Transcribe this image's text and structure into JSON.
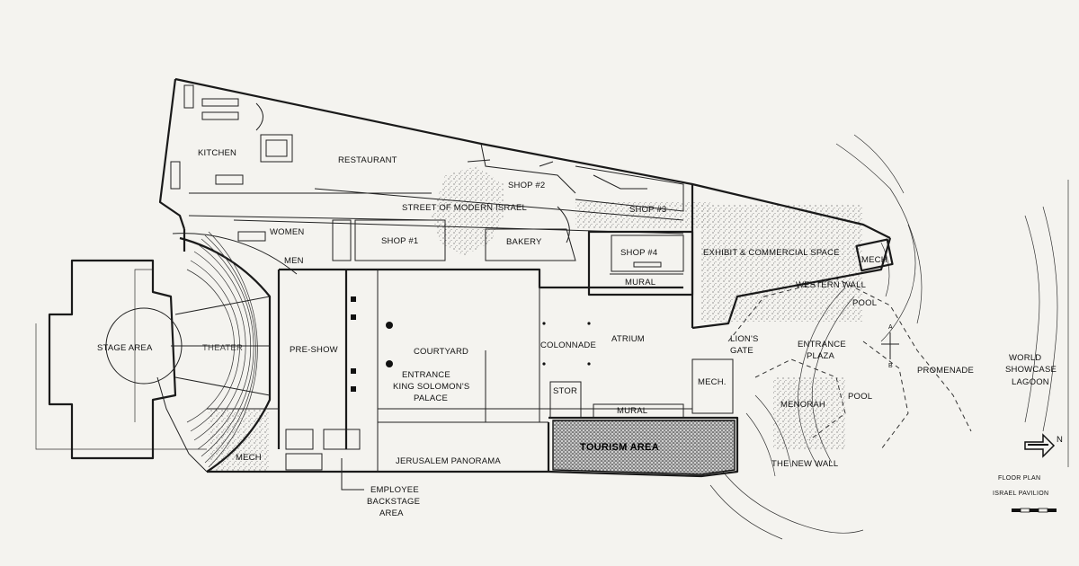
{
  "rooms": {
    "kitchen": "KITCHEN",
    "restaurant": "RESTAURANT",
    "street": "STREET OF MODERN ISRAEL",
    "shop1": "SHOP #1",
    "shop2": "SHOP #2",
    "shop3": "SHOP #3",
    "shop4": "SHOP #4",
    "bakery": "BAKERY",
    "women": "WOMEN",
    "men": "MEN",
    "exhibit": "EXHIBIT & COMMERCIAL SPACE",
    "mech_ne": "MECH",
    "mural_top": "MURAL",
    "western_wall": "WESTERN WALL",
    "pool1": "POOL",
    "stage": "STAGE AREA",
    "theater": "THEATER",
    "preshow": "PRE-SHOW",
    "courtyard": "COURTYARD",
    "entrance_1": "ENTRANCE",
    "entrance_2": "KING SOLOMON'S",
    "entrance_3": "PALACE",
    "colonnade": "COLONNADE",
    "atrium": "ATRIUM",
    "lions_gate_1": "LION'S",
    "lions_gate_2": "GATE",
    "entrance_plaza_1": "ENTRANCE",
    "entrance_plaza_2": "PLAZA",
    "promenade": "PROMENADE",
    "lagoon_1": "WORLD",
    "lagoon_2": "SHOWCASE",
    "lagoon_3": "LAGOON",
    "stor": "STOR",
    "mech_mid": "MECH.",
    "mural_bottom": "MURAL",
    "menorah": "MENORAH",
    "pool2": "POOL",
    "tourism": "TOURISM AREA",
    "jerusalem": "JERUSALEM PANORAMA",
    "mech_sw": "MECH",
    "new_wall": "THE NEW WALL",
    "employee_1": "EMPLOYEE",
    "employee_2": "BACKSTAGE",
    "employee_3": "AREA"
  },
  "section_marks": {
    "a": "A",
    "b": "B"
  },
  "north": "N",
  "title_block": {
    "line1": "FLOOR PLAN",
    "line2": "ISRAEL PAVILION"
  }
}
